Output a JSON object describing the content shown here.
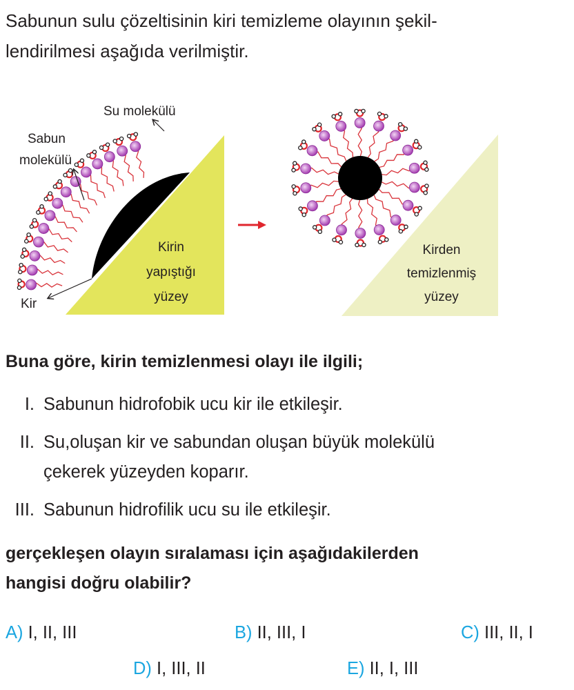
{
  "intro": [
    "Sabunun sulu çözeltisinin kiri temizleme olayının şekil-",
    "lendirilmesi aşağıda verilmiştir."
  ],
  "figure": {
    "label_water": "Su molekülü",
    "label_soap": [
      "Sabun",
      "molekülü"
    ],
    "label_dirt": "Kir",
    "label_surface_dirty": [
      "Kirin",
      "yapıştığı",
      "yüzey"
    ],
    "label_surface_clean": [
      "Kirden",
      "temizlenmiş",
      "yüzey"
    ],
    "colors": {
      "surface_dirty": "#e3e55c",
      "surface_clean": "#eef0c4",
      "head": "#a43bb0",
      "tail": "#d9343b",
      "arrow": "#e0262d"
    }
  },
  "question_intro": "Buna göre, kirin temizlenmesi olayı ile ilgili;",
  "statements": [
    {
      "num": "I.",
      "lines": [
        "Sabunun hidrofobik ucu kir ile etkileşir."
      ]
    },
    {
      "num": "II.",
      "lines": [
        "Su,oluşan kir ve sabundan oluşan büyük molekülü",
        "çekerek yüzeyden koparır."
      ]
    },
    {
      "num": "III.",
      "lines": [
        "Sabunun hidrofilik ucu su ile etkileşir."
      ]
    }
  ],
  "question": [
    "gerçekleşen olayın sıralaması için aşağıdakilerden",
    "hangisi doğru olabilir?"
  ],
  "options": [
    {
      "letter": "A)",
      "text": "I, II, III"
    },
    {
      "letter": "B)",
      "text": "II, III, I"
    },
    {
      "letter": "C)",
      "text": "III, II, I"
    },
    {
      "letter": "D)",
      "text": "I, III, II"
    },
    {
      "letter": "E)",
      "text": "II, I, III"
    }
  ]
}
